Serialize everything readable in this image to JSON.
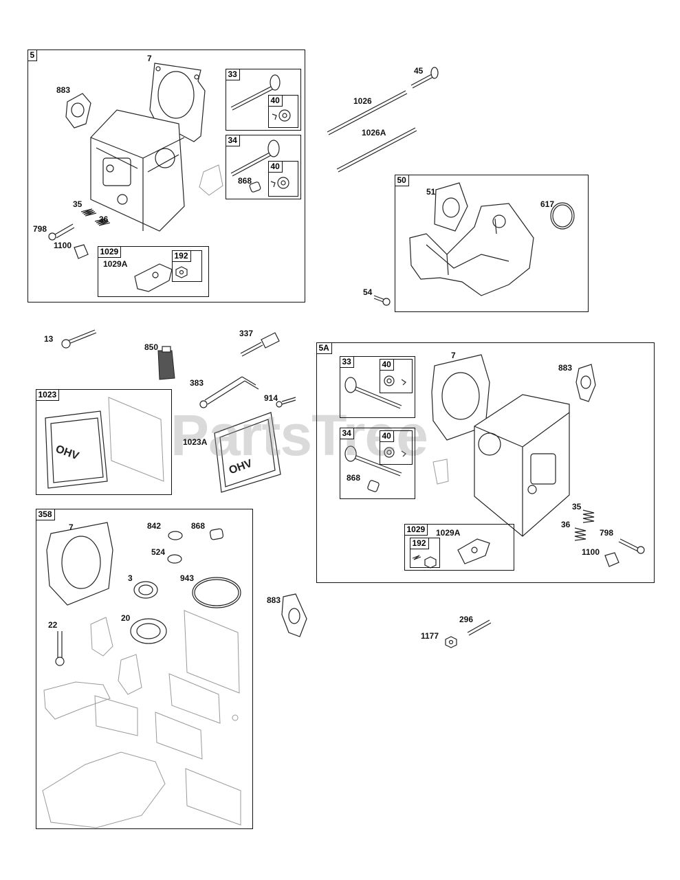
{
  "watermark": "PartsTree",
  "boxes": {
    "b5": "5",
    "b33a": "33",
    "b40a": "40",
    "b34a": "34",
    "b40b": "40",
    "b1029a": "1029",
    "b192a": "192",
    "b50": "50",
    "b5A": "5A",
    "b33b": "33",
    "b40c": "40",
    "b34b": "34",
    "b40d": "40",
    "b1029b": "1029",
    "b192b": "192",
    "b1023": "1023",
    "b358": "358"
  },
  "labels": {
    "l7a": "7",
    "l883a": "883",
    "l35a": "35",
    "l36a": "36",
    "l798a": "798",
    "l1100a": "1100",
    "l1029Aa": "1029A",
    "l868a": "868",
    "l45": "45",
    "l1026": "1026",
    "l1026A": "1026A",
    "l51": "51",
    "l617": "617",
    "l54": "54",
    "l13": "13",
    "l850": "850",
    "l337": "337",
    "l383": "383",
    "l914": "914",
    "l1023A": "1023A",
    "l7b": "7",
    "l883b": "883",
    "l868b": "868",
    "l1029Ab": "1029A",
    "l35b": "35",
    "l36b": "36",
    "l798b": "798",
    "l1100b": "1100",
    "l7c": "7",
    "l842": "842",
    "l868c": "868",
    "l524": "524",
    "l3": "3",
    "l943": "943",
    "l20": "20",
    "l22": "22",
    "l883c": "883",
    "l296": "296",
    "l1177": "1177"
  }
}
